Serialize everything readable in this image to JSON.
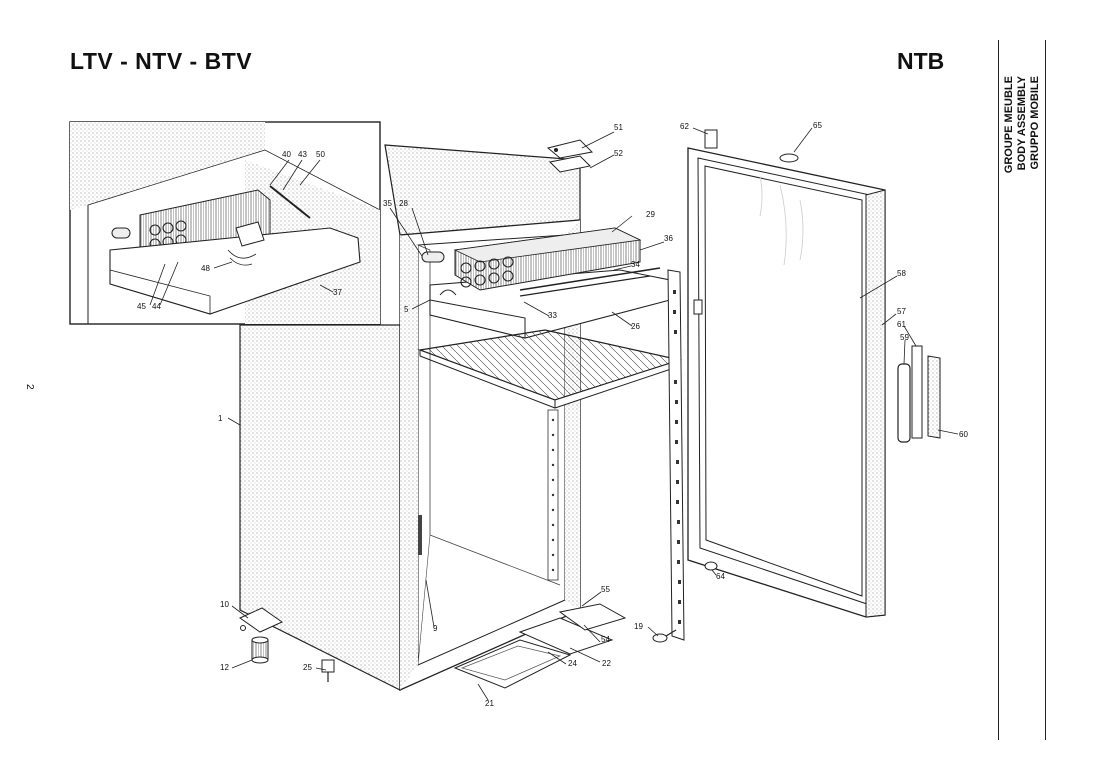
{
  "header": {
    "models": "LTV - NTV - BTV",
    "code": "NTB"
  },
  "sidebar": {
    "lines": [
      "GRUPPO MOBILE",
      "BODY ASSEMBLY",
      "GROUPE MEUBLE"
    ]
  },
  "page_number": "2",
  "callouts": [
    "1",
    "5",
    "9",
    "10",
    "12",
    "19",
    "21",
    "22",
    "24",
    "25",
    "26",
    "28",
    "29",
    "33",
    "34",
    "35",
    "36",
    "37",
    "40",
    "43",
    "44",
    "45",
    "48",
    "50",
    "51",
    "52",
    "54",
    "55",
    "57",
    "58",
    "59",
    "60",
    "61",
    "62",
    "64",
    "65"
  ]
}
